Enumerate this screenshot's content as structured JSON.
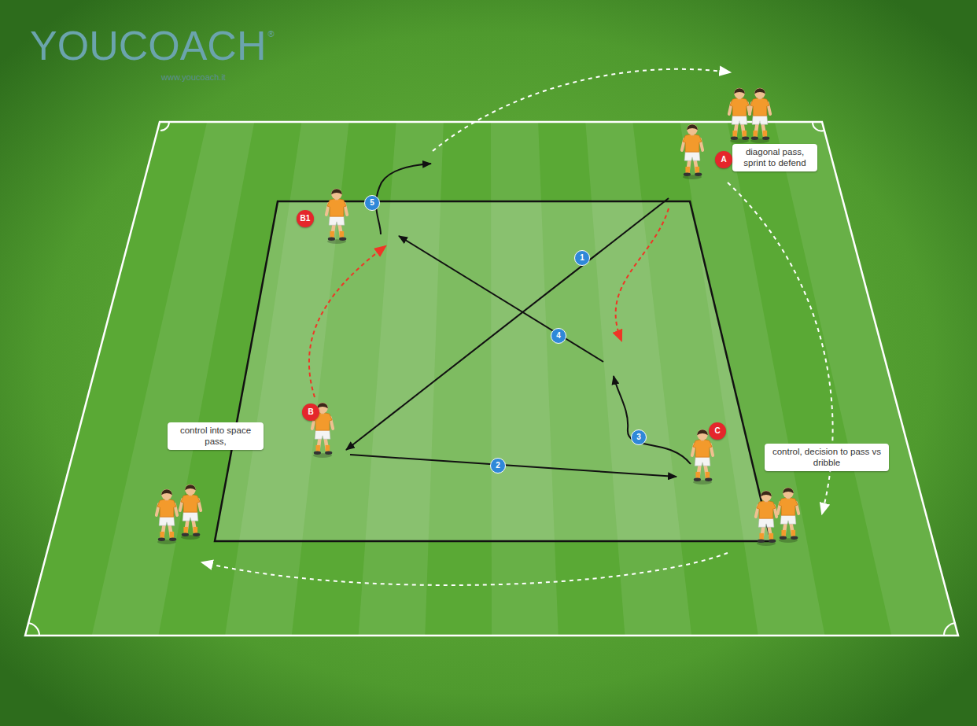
{
  "diagram": {
    "nodes": [
      {
        "text": [
          "diagonal pass, sprint to defend"
        ]
      },
      {
        "text": [
          "control into space pass,"
        ]
      },
      {
        "text": [
          "control, decision to pass vs dribble"
        ]
      }
    ],
    "labels": [
      "YOUCOACH",
      "®",
      "www.youcoach.it",
      "A",
      "B1",
      "B",
      "C",
      "1",
      "2",
      "3",
      "4",
      "5"
    ]
  }
}
